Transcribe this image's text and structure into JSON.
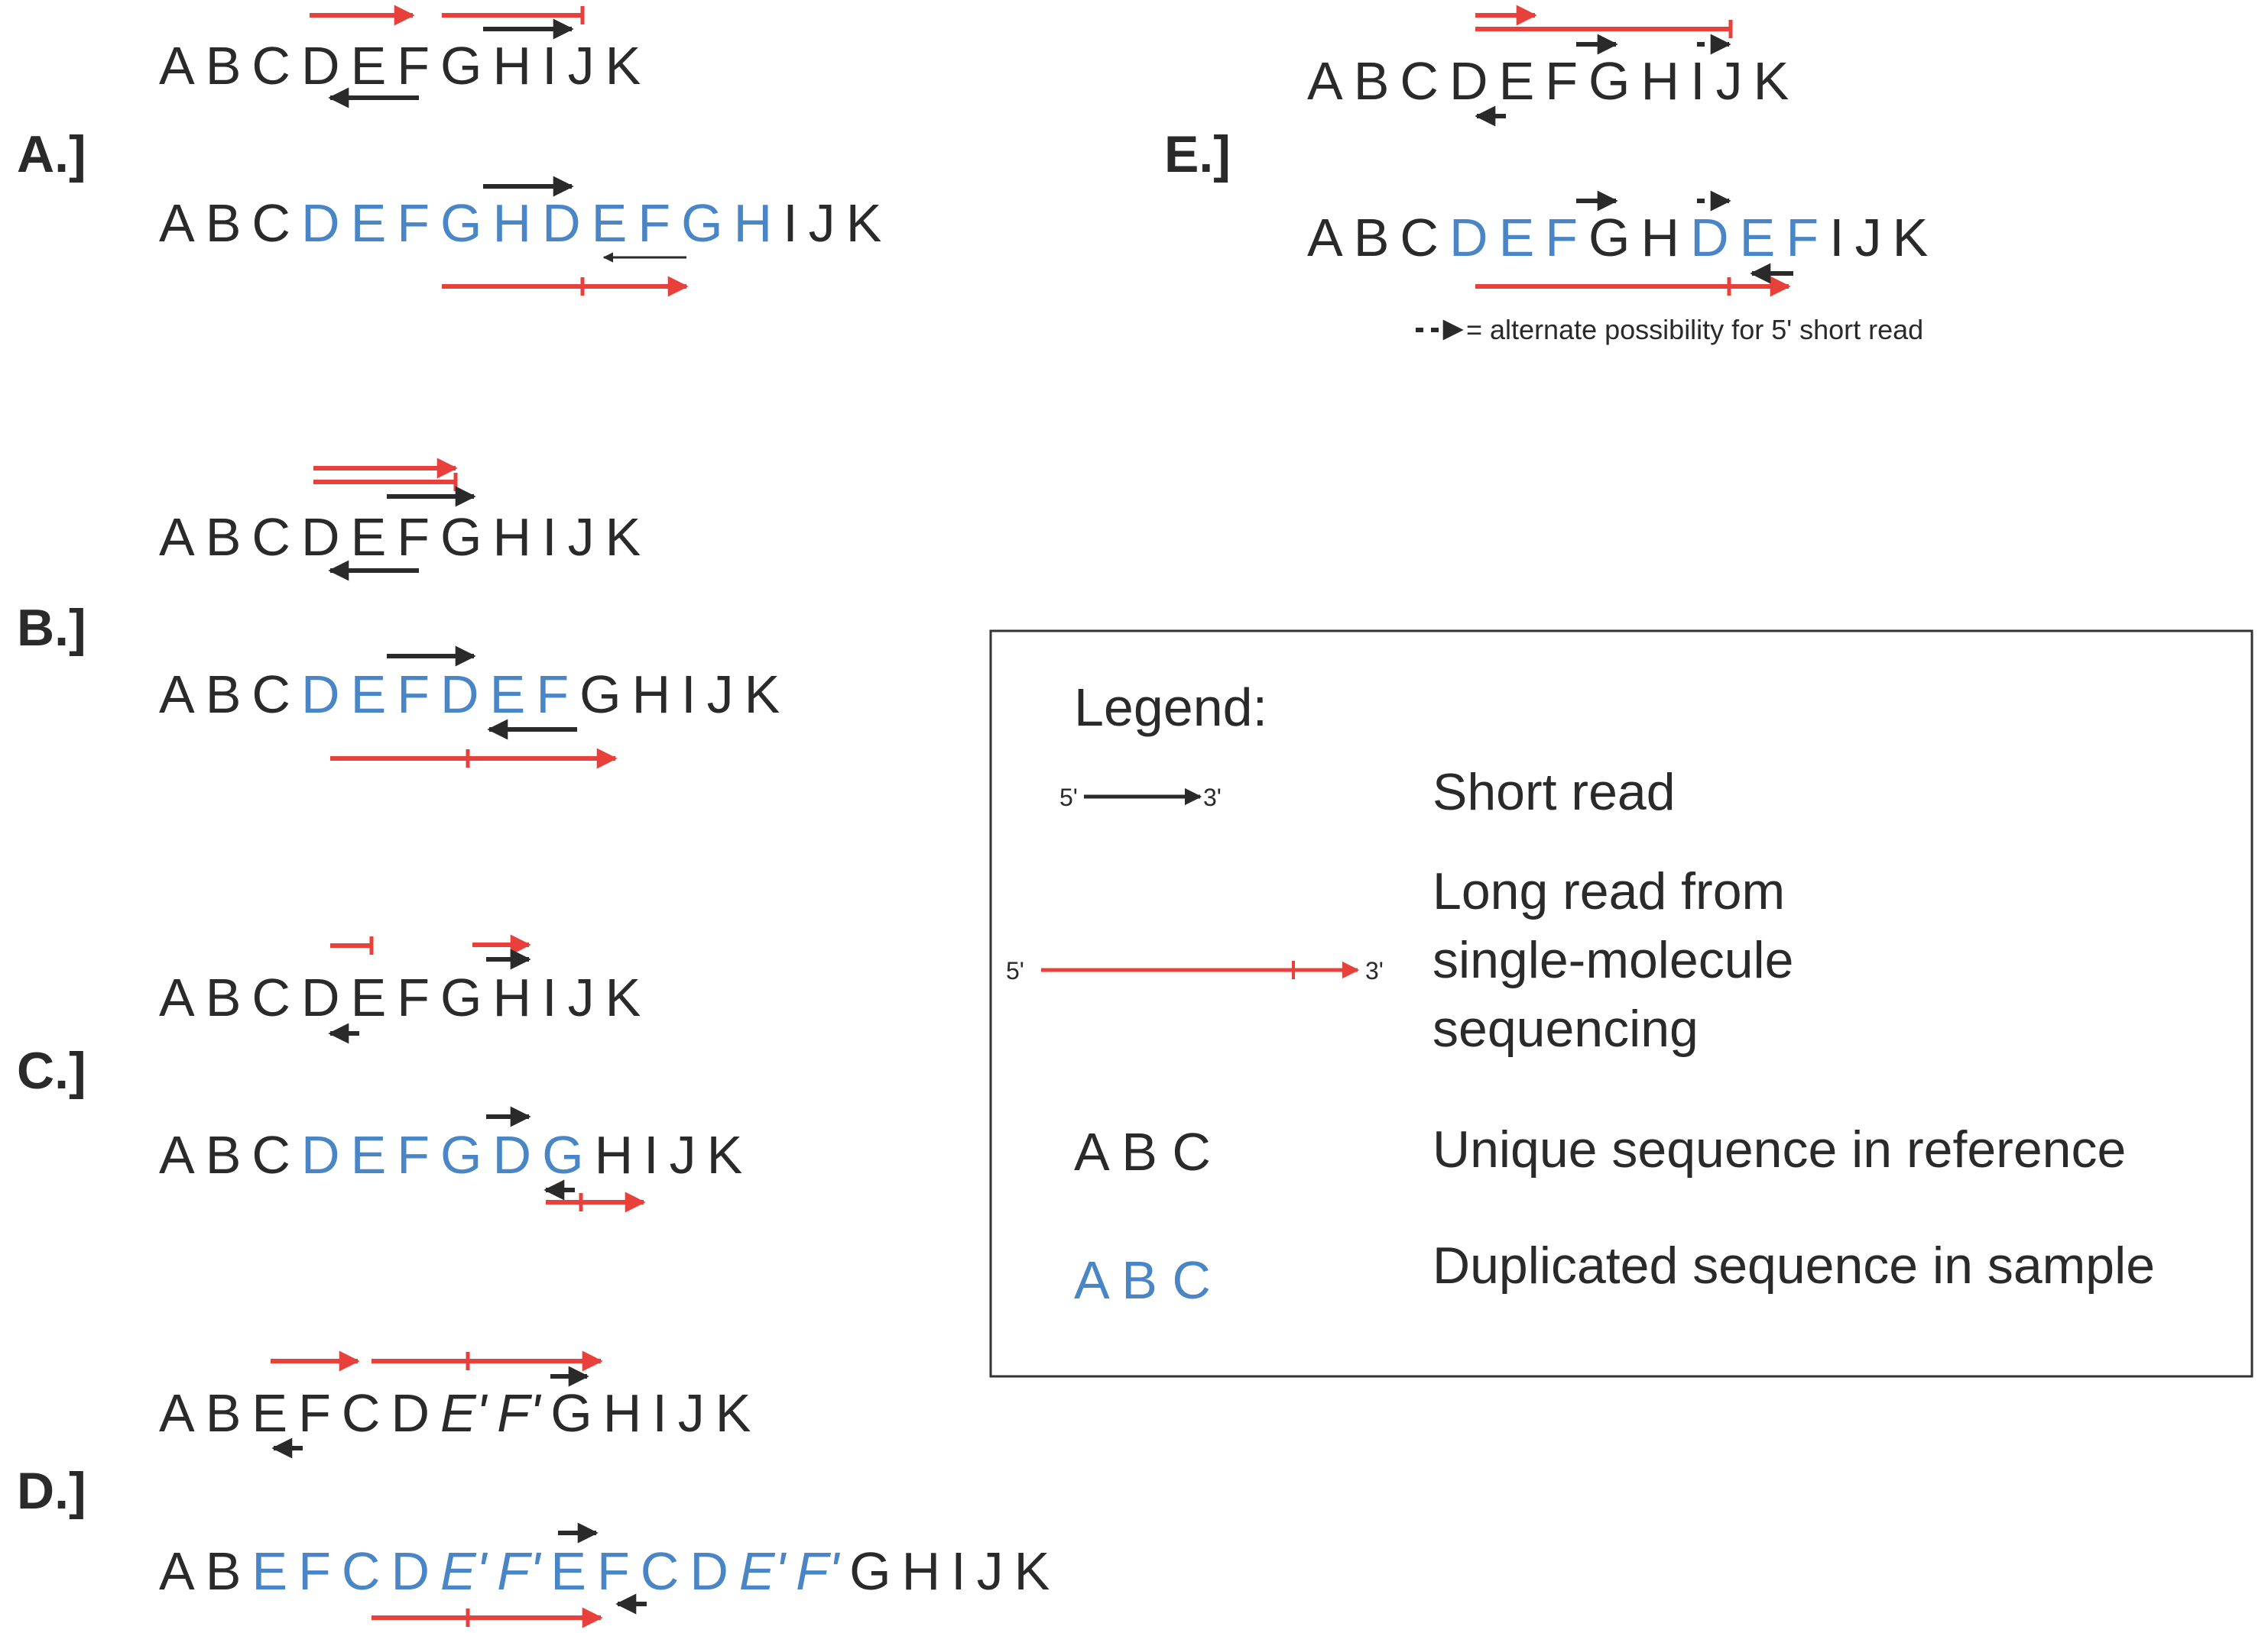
{
  "colors": {
    "black": "#2a2a2a",
    "blue": "#4a86c5",
    "red": "#e8413c",
    "frame": "#333333"
  },
  "panels": [
    {
      "label": "A.]",
      "reference": [
        {
          "t": "A"
        },
        {
          "t": "B"
        },
        {
          "t": "C"
        },
        {
          "t": "D"
        },
        {
          "t": "E"
        },
        {
          "t": "F"
        },
        {
          "t": "G"
        },
        {
          "t": "H"
        },
        {
          "t": "I"
        },
        {
          "t": "J"
        },
        {
          "t": "K"
        }
      ],
      "sample": [
        {
          "t": "A"
        },
        {
          "t": "B"
        },
        {
          "t": "C"
        },
        {
          "t": "D",
          "c": "blue"
        },
        {
          "t": "E",
          "c": "blue"
        },
        {
          "t": "F",
          "c": "blue"
        },
        {
          "t": "G",
          "c": "blue"
        },
        {
          "t": "H",
          "c": "blue"
        },
        {
          "t": "D",
          "c": "blue"
        },
        {
          "t": "E",
          "c": "blue"
        },
        {
          "t": "F",
          "c": "blue"
        },
        {
          "t": "G",
          "c": "blue"
        },
        {
          "t": "H",
          "c": "blue"
        },
        {
          "t": "I"
        },
        {
          "t": "J"
        },
        {
          "t": "K"
        }
      ]
    },
    {
      "label": "B.]",
      "reference": [
        {
          "t": "A"
        },
        {
          "t": "B"
        },
        {
          "t": "C"
        },
        {
          "t": "D"
        },
        {
          "t": "E"
        },
        {
          "t": "F"
        },
        {
          "t": "G"
        },
        {
          "t": "H"
        },
        {
          "t": "I"
        },
        {
          "t": "J"
        },
        {
          "t": "K"
        }
      ],
      "sample": [
        {
          "t": "A"
        },
        {
          "t": "B"
        },
        {
          "t": "C"
        },
        {
          "t": "D",
          "c": "blue"
        },
        {
          "t": "E",
          "c": "blue"
        },
        {
          "t": "F",
          "c": "blue"
        },
        {
          "t": "D",
          "c": "blue"
        },
        {
          "t": "E",
          "c": "blue"
        },
        {
          "t": "F",
          "c": "blue"
        },
        {
          "t": "G"
        },
        {
          "t": "H"
        },
        {
          "t": "I"
        },
        {
          "t": "J"
        },
        {
          "t": "K"
        }
      ]
    },
    {
      "label": "C.]",
      "reference": [
        {
          "t": "A"
        },
        {
          "t": "B"
        },
        {
          "t": "C"
        },
        {
          "t": "D"
        },
        {
          "t": "E"
        },
        {
          "t": "F"
        },
        {
          "t": "G"
        },
        {
          "t": "H"
        },
        {
          "t": "I"
        },
        {
          "t": "J"
        },
        {
          "t": "K"
        }
      ],
      "sample": [
        {
          "t": "A"
        },
        {
          "t": "B"
        },
        {
          "t": "C"
        },
        {
          "t": "D",
          "c": "blue"
        },
        {
          "t": "E",
          "c": "blue"
        },
        {
          "t": "F",
          "c": "blue"
        },
        {
          "t": "G",
          "c": "blue"
        },
        {
          "t": "D",
          "c": "blue"
        },
        {
          "t": "G",
          "c": "blue"
        },
        {
          "t": "H"
        },
        {
          "t": "I"
        },
        {
          "t": "J"
        },
        {
          "t": "K"
        }
      ]
    },
    {
      "label": "D.]",
      "reference": [
        {
          "t": "A"
        },
        {
          "t": "B"
        },
        {
          "t": "E"
        },
        {
          "t": "F"
        },
        {
          "t": "C"
        },
        {
          "t": "D"
        },
        {
          "t": "E'",
          "i": true
        },
        {
          "t": "F'",
          "i": true
        },
        {
          "t": "G"
        },
        {
          "t": "H"
        },
        {
          "t": "I"
        },
        {
          "t": "J"
        },
        {
          "t": "K"
        }
      ],
      "sample": [
        {
          "t": "A"
        },
        {
          "t": "B"
        },
        {
          "t": "E",
          "c": "blue"
        },
        {
          "t": "F",
          "c": "blue"
        },
        {
          "t": "C",
          "c": "blue"
        },
        {
          "t": "D",
          "c": "blue"
        },
        {
          "t": "E'",
          "c": "blue",
          "i": true
        },
        {
          "t": "F'",
          "c": "blue",
          "i": true
        },
        {
          "t": "E",
          "c": "blue"
        },
        {
          "t": "F",
          "c": "blue"
        },
        {
          "t": "C",
          "c": "blue"
        },
        {
          "t": "D",
          "c": "blue"
        },
        {
          "t": "E'",
          "c": "blue",
          "i": true
        },
        {
          "t": "F'",
          "c": "blue",
          "i": true
        },
        {
          "t": "G"
        },
        {
          "t": "H"
        },
        {
          "t": "I"
        },
        {
          "t": "J"
        },
        {
          "t": "K"
        }
      ]
    },
    {
      "label": "E.]",
      "reference": [
        {
          "t": "A"
        },
        {
          "t": "B"
        },
        {
          "t": "C"
        },
        {
          "t": "D"
        },
        {
          "t": "E"
        },
        {
          "t": "F"
        },
        {
          "t": "G"
        },
        {
          "t": "H"
        },
        {
          "t": "I"
        },
        {
          "t": "J"
        },
        {
          "t": "K"
        }
      ],
      "sample": [
        {
          "t": "A"
        },
        {
          "t": "B"
        },
        {
          "t": "C"
        },
        {
          "t": "D",
          "c": "blue"
        },
        {
          "t": "E",
          "c": "blue"
        },
        {
          "t": "F",
          "c": "blue"
        },
        {
          "t": "G"
        },
        {
          "t": "H"
        },
        {
          "t": "D",
          "c": "blue"
        },
        {
          "t": "E",
          "c": "blue"
        },
        {
          "t": "F",
          "c": "blue"
        },
        {
          "t": "I"
        },
        {
          "t": "J"
        },
        {
          "t": "K"
        }
      ],
      "note": "= alternate possibility for 5' short read"
    }
  ],
  "legend": {
    "title": "Legend:",
    "short_read": {
      "label": "Short read",
      "five_prime": "5'",
      "three_prime": "3'"
    },
    "long_read": {
      "lines": [
        "Long read from",
        "single-molecule",
        "sequencing"
      ],
      "five_prime": "5'",
      "three_prime": "3'"
    },
    "unique": {
      "sample": "A B C",
      "label": "Unique sequence in reference"
    },
    "duplicated": {
      "sample": "A B C",
      "label": "Duplicated sequence in sample"
    }
  }
}
